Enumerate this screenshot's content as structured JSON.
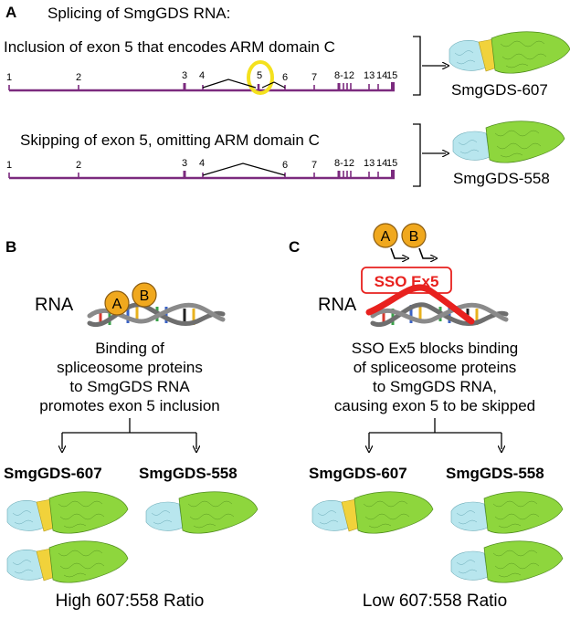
{
  "panels": {
    "a": {
      "letter": "A",
      "title": "Splicing of SmgGDS RNA:",
      "inclusion_text": "Inclusion of exon 5 that encodes ARM domain C",
      "skipping_text": "Skipping of exon 5, omitting ARM domain C",
      "exon_labels_top": [
        "1",
        "2",
        "3",
        "4",
        "5",
        "6",
        "7",
        "8-12",
        "13",
        "14",
        "15"
      ],
      "exon_labels_bottom": [
        "1",
        "2",
        "3",
        "4",
        "6",
        "7",
        "8-12",
        "13",
        "14",
        "15"
      ],
      "product_top": "SmgGDS-607",
      "product_bottom": "SmgGDS-558"
    },
    "b": {
      "letter": "B",
      "rna_label": "RNA",
      "protein_a": "A",
      "protein_b": "B",
      "caption": [
        "Binding of",
        "spliceosome proteins",
        "to SmgGDS RNA",
        "promotes exon 5 inclusion"
      ],
      "left_heading": "SmgGDS-607",
      "right_heading": "SmgGDS-558",
      "ratio": "High 607:558 Ratio"
    },
    "c": {
      "letter": "C",
      "rna_label": "RNA",
      "protein_a": "A",
      "protein_b": "B",
      "sso_label": "SSO Ex5",
      "caption": [
        "SSO Ex5 blocks binding",
        "of spliceosome proteins",
        "to SmgGDS RNA,",
        "causing exon 5 to be skipped"
      ],
      "left_heading": "SmgGDS-607",
      "right_heading": "SmgGDS-558",
      "ratio": "Low 607:558 Ratio"
    }
  },
  "colors": {
    "gene_line": "#7b2a7e",
    "exon5_highlight": "#f4e11e",
    "protein_orange": "#f0a81e",
    "sso_red": "#e8211e",
    "helix_gray": "#6e6e6e",
    "domain_green": "#8ed63d",
    "domain_cyan": "#b8e6ee",
    "domain_yellow": "#f1d23b"
  }
}
